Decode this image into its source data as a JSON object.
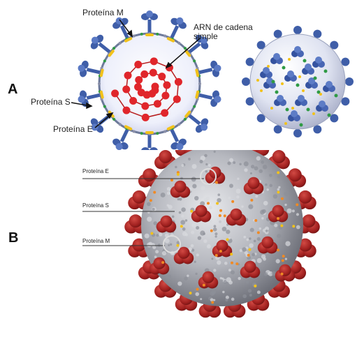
{
  "panels": {
    "a": {
      "letter": "A",
      "labels": {
        "protein_m": "Proteína M",
        "rna": "ARN de cadena simple",
        "protein_s": "Proteína S",
        "protein_e": "Proteína E"
      }
    },
    "b": {
      "letter": "B",
      "labels": {
        "protein_e": "Proteína E",
        "protein_s": "Proteína S",
        "protein_m": "Proteína M"
      }
    }
  },
  "colors": {
    "spike_blue": "#3f5ea8",
    "rna_red": "#e0262b",
    "envelope_yellow": "#f2c21a",
    "membrane_green": "#2f9a44",
    "virion_gray": "#b9bcc6",
    "spike_red": "#a52a2a",
    "highlight_orange": "#f08a24"
  },
  "icons": [
    "spike-protein-icon",
    "rna-strand-icon",
    "virion-icon"
  ]
}
